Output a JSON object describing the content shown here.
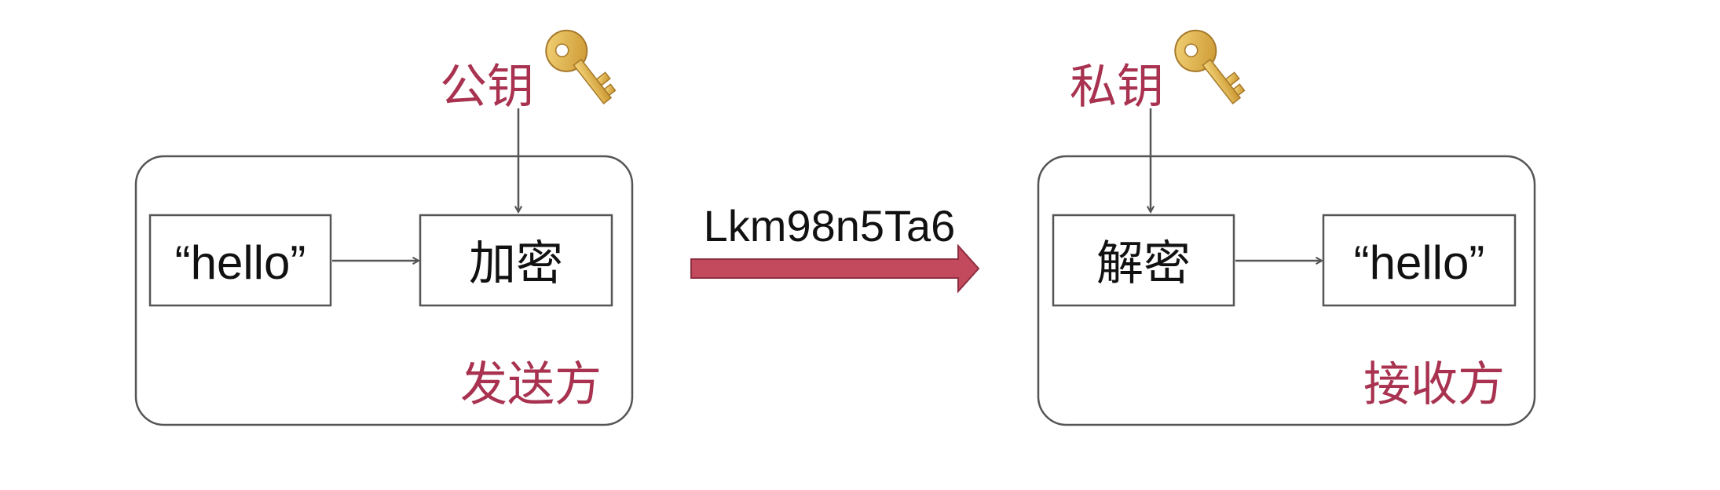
{
  "colors": {
    "accent": "#a8324f",
    "arrow_fill": "#c24a5c",
    "arrow_stroke": "#8e2e40",
    "frame": "#555555",
    "key": "#e0b44a"
  },
  "sender": {
    "label": "发送方",
    "key_label": "公钥",
    "key_icon": "key-icon",
    "plaintext": "“hello”",
    "process": "加密"
  },
  "transfer": {
    "ciphertext": "Lkm98n5Ta6"
  },
  "receiver": {
    "label": "接收方",
    "key_label": "私钥",
    "key_icon": "key-icon",
    "process": "解密",
    "plaintext": "“hello”"
  }
}
